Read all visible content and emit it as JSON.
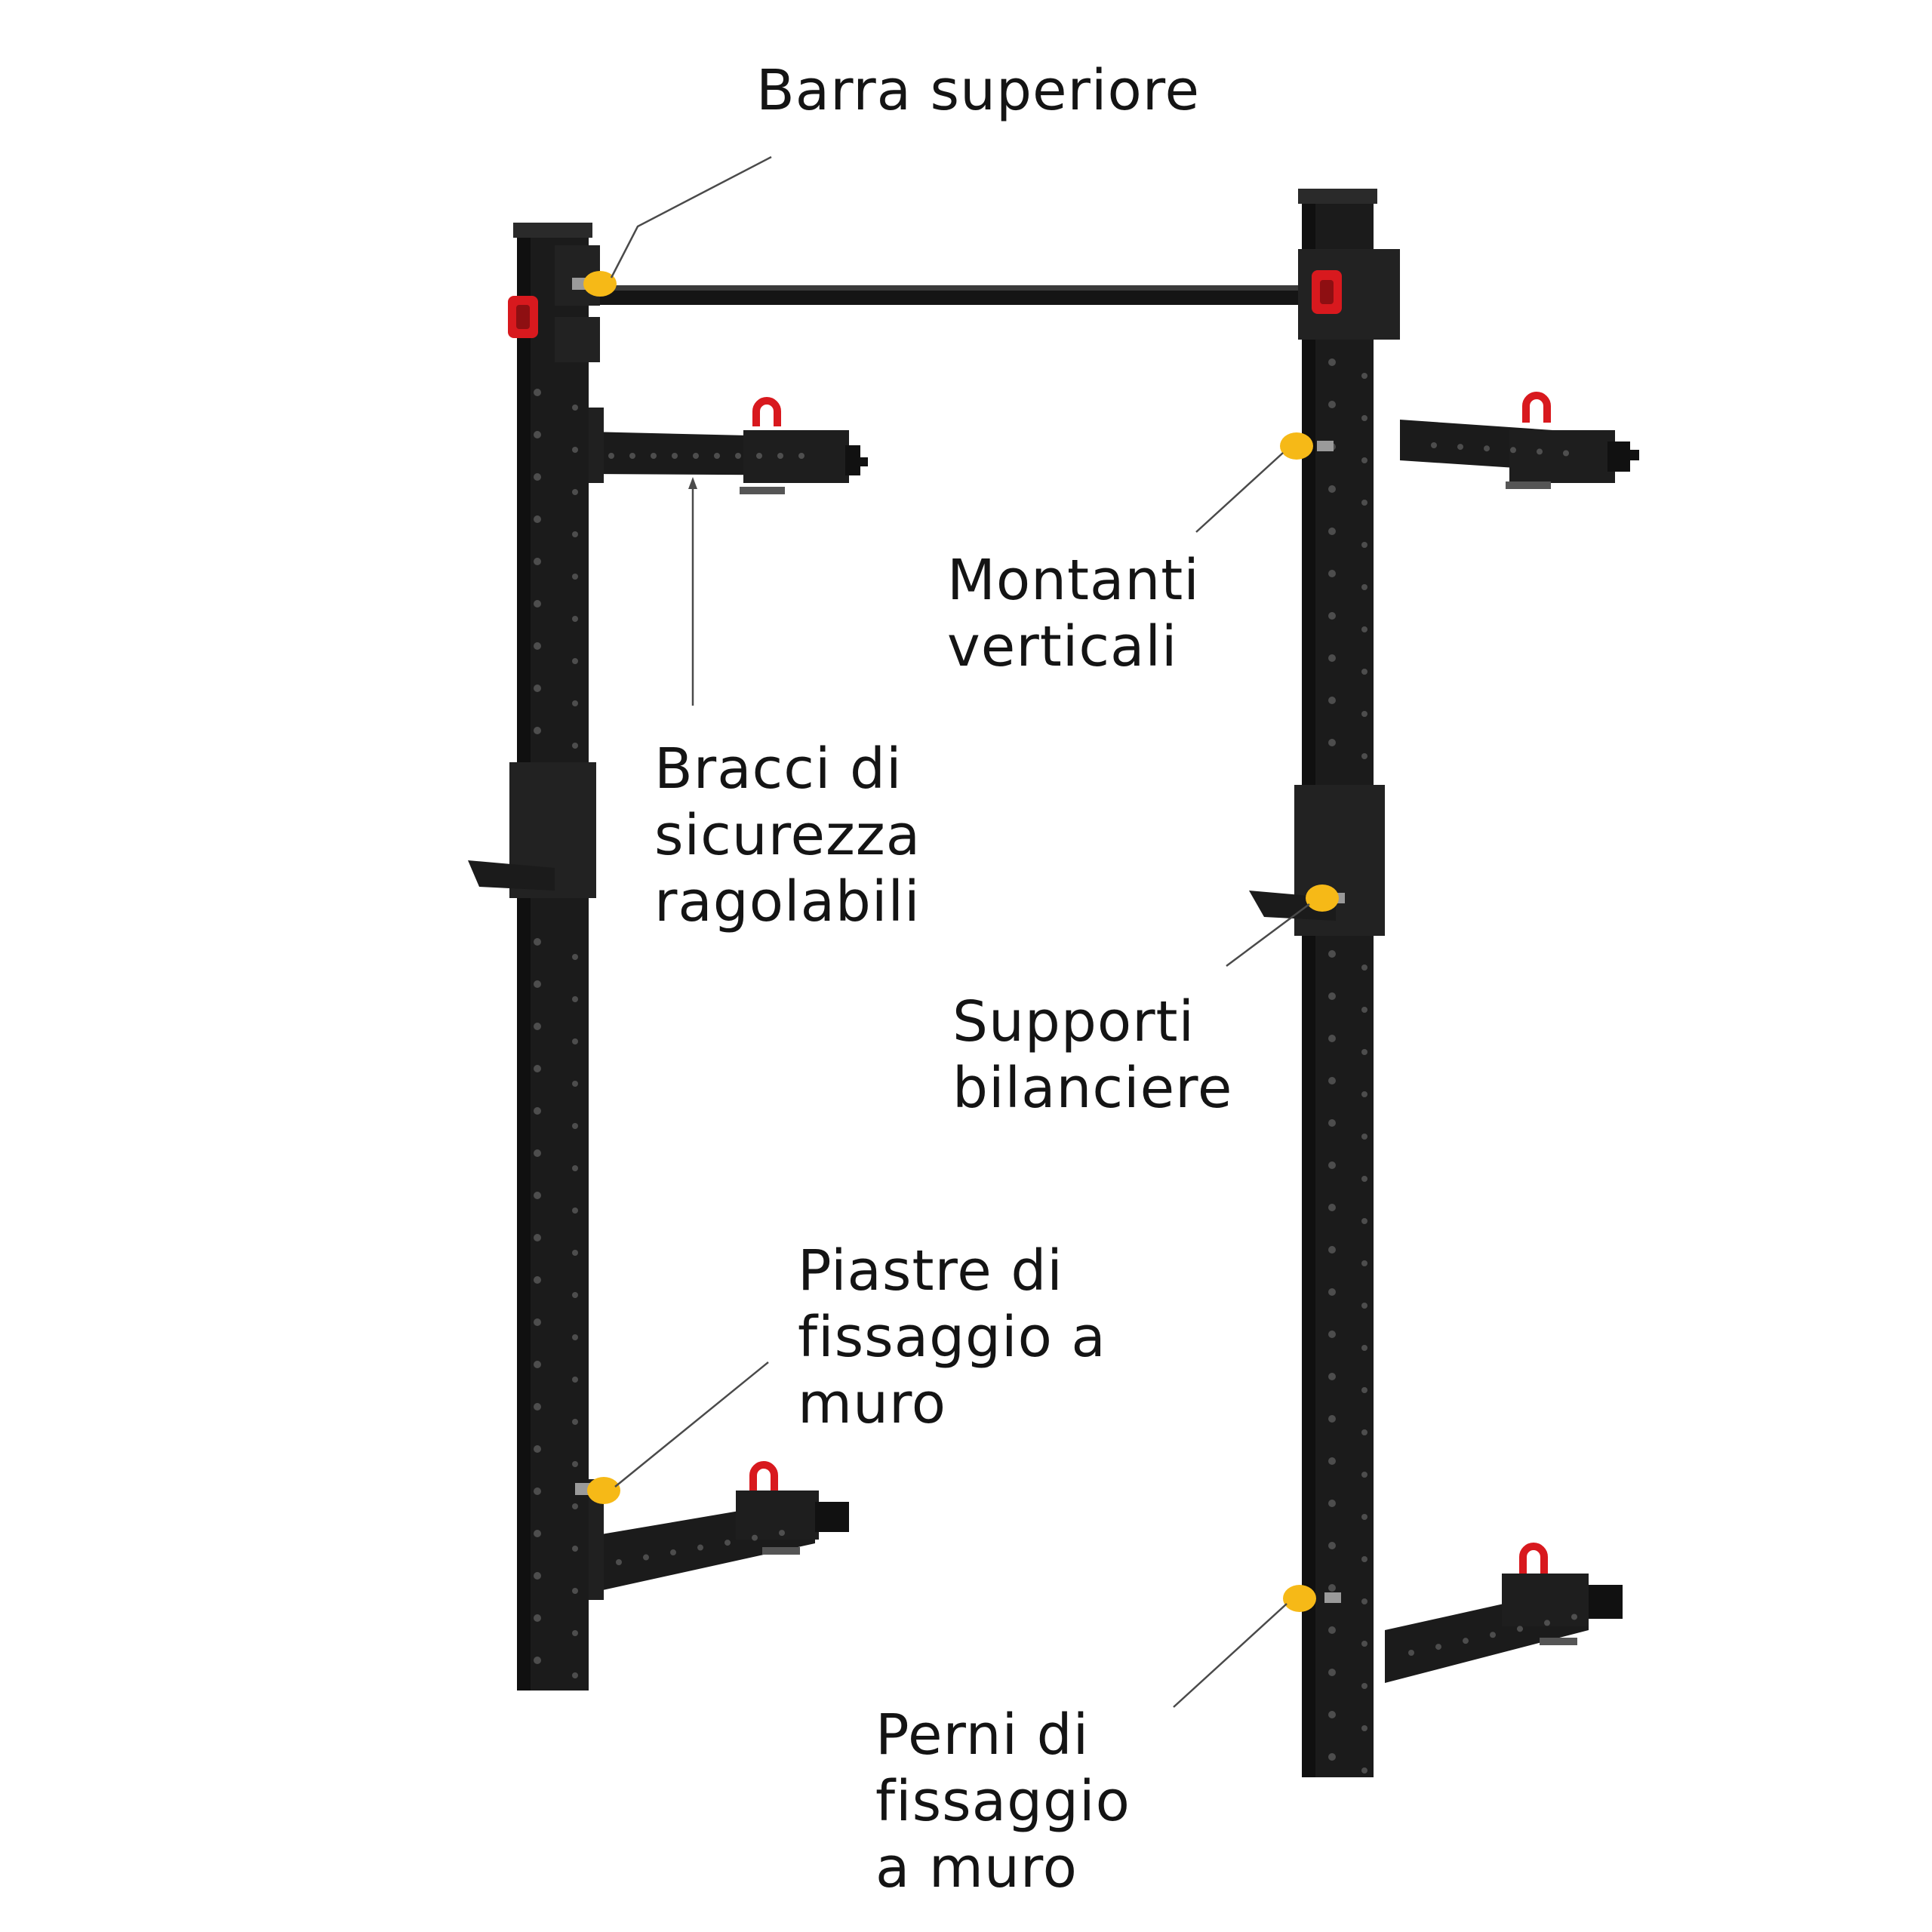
{
  "colors": {
    "background": "#ffffff",
    "frame": "#1b1b1b",
    "knob_red": "#d8191e",
    "pin_yellow": "#f6b917",
    "text": "#141414",
    "leader": "#4a4a4a"
  },
  "labels": {
    "barra_superiore": {
      "lines": [
        "Barra superiore"
      ]
    },
    "montanti_verticali": {
      "lines": [
        "Montanti",
        "verticali"
      ]
    },
    "bracci_sicurezza": {
      "lines": [
        "Bracci di",
        "sicurezza",
        "ragolabili"
      ]
    },
    "supporti_bilanciere": {
      "lines": [
        "Supporti",
        "bilanciere"
      ]
    },
    "piastre_fissaggio": {
      "lines": [
        "Piastre di",
        "fissaggio a",
        "muro"
      ]
    },
    "perni_fissaggio": {
      "lines": [
        "Perni di",
        "fissaggio",
        "a muro"
      ]
    }
  }
}
